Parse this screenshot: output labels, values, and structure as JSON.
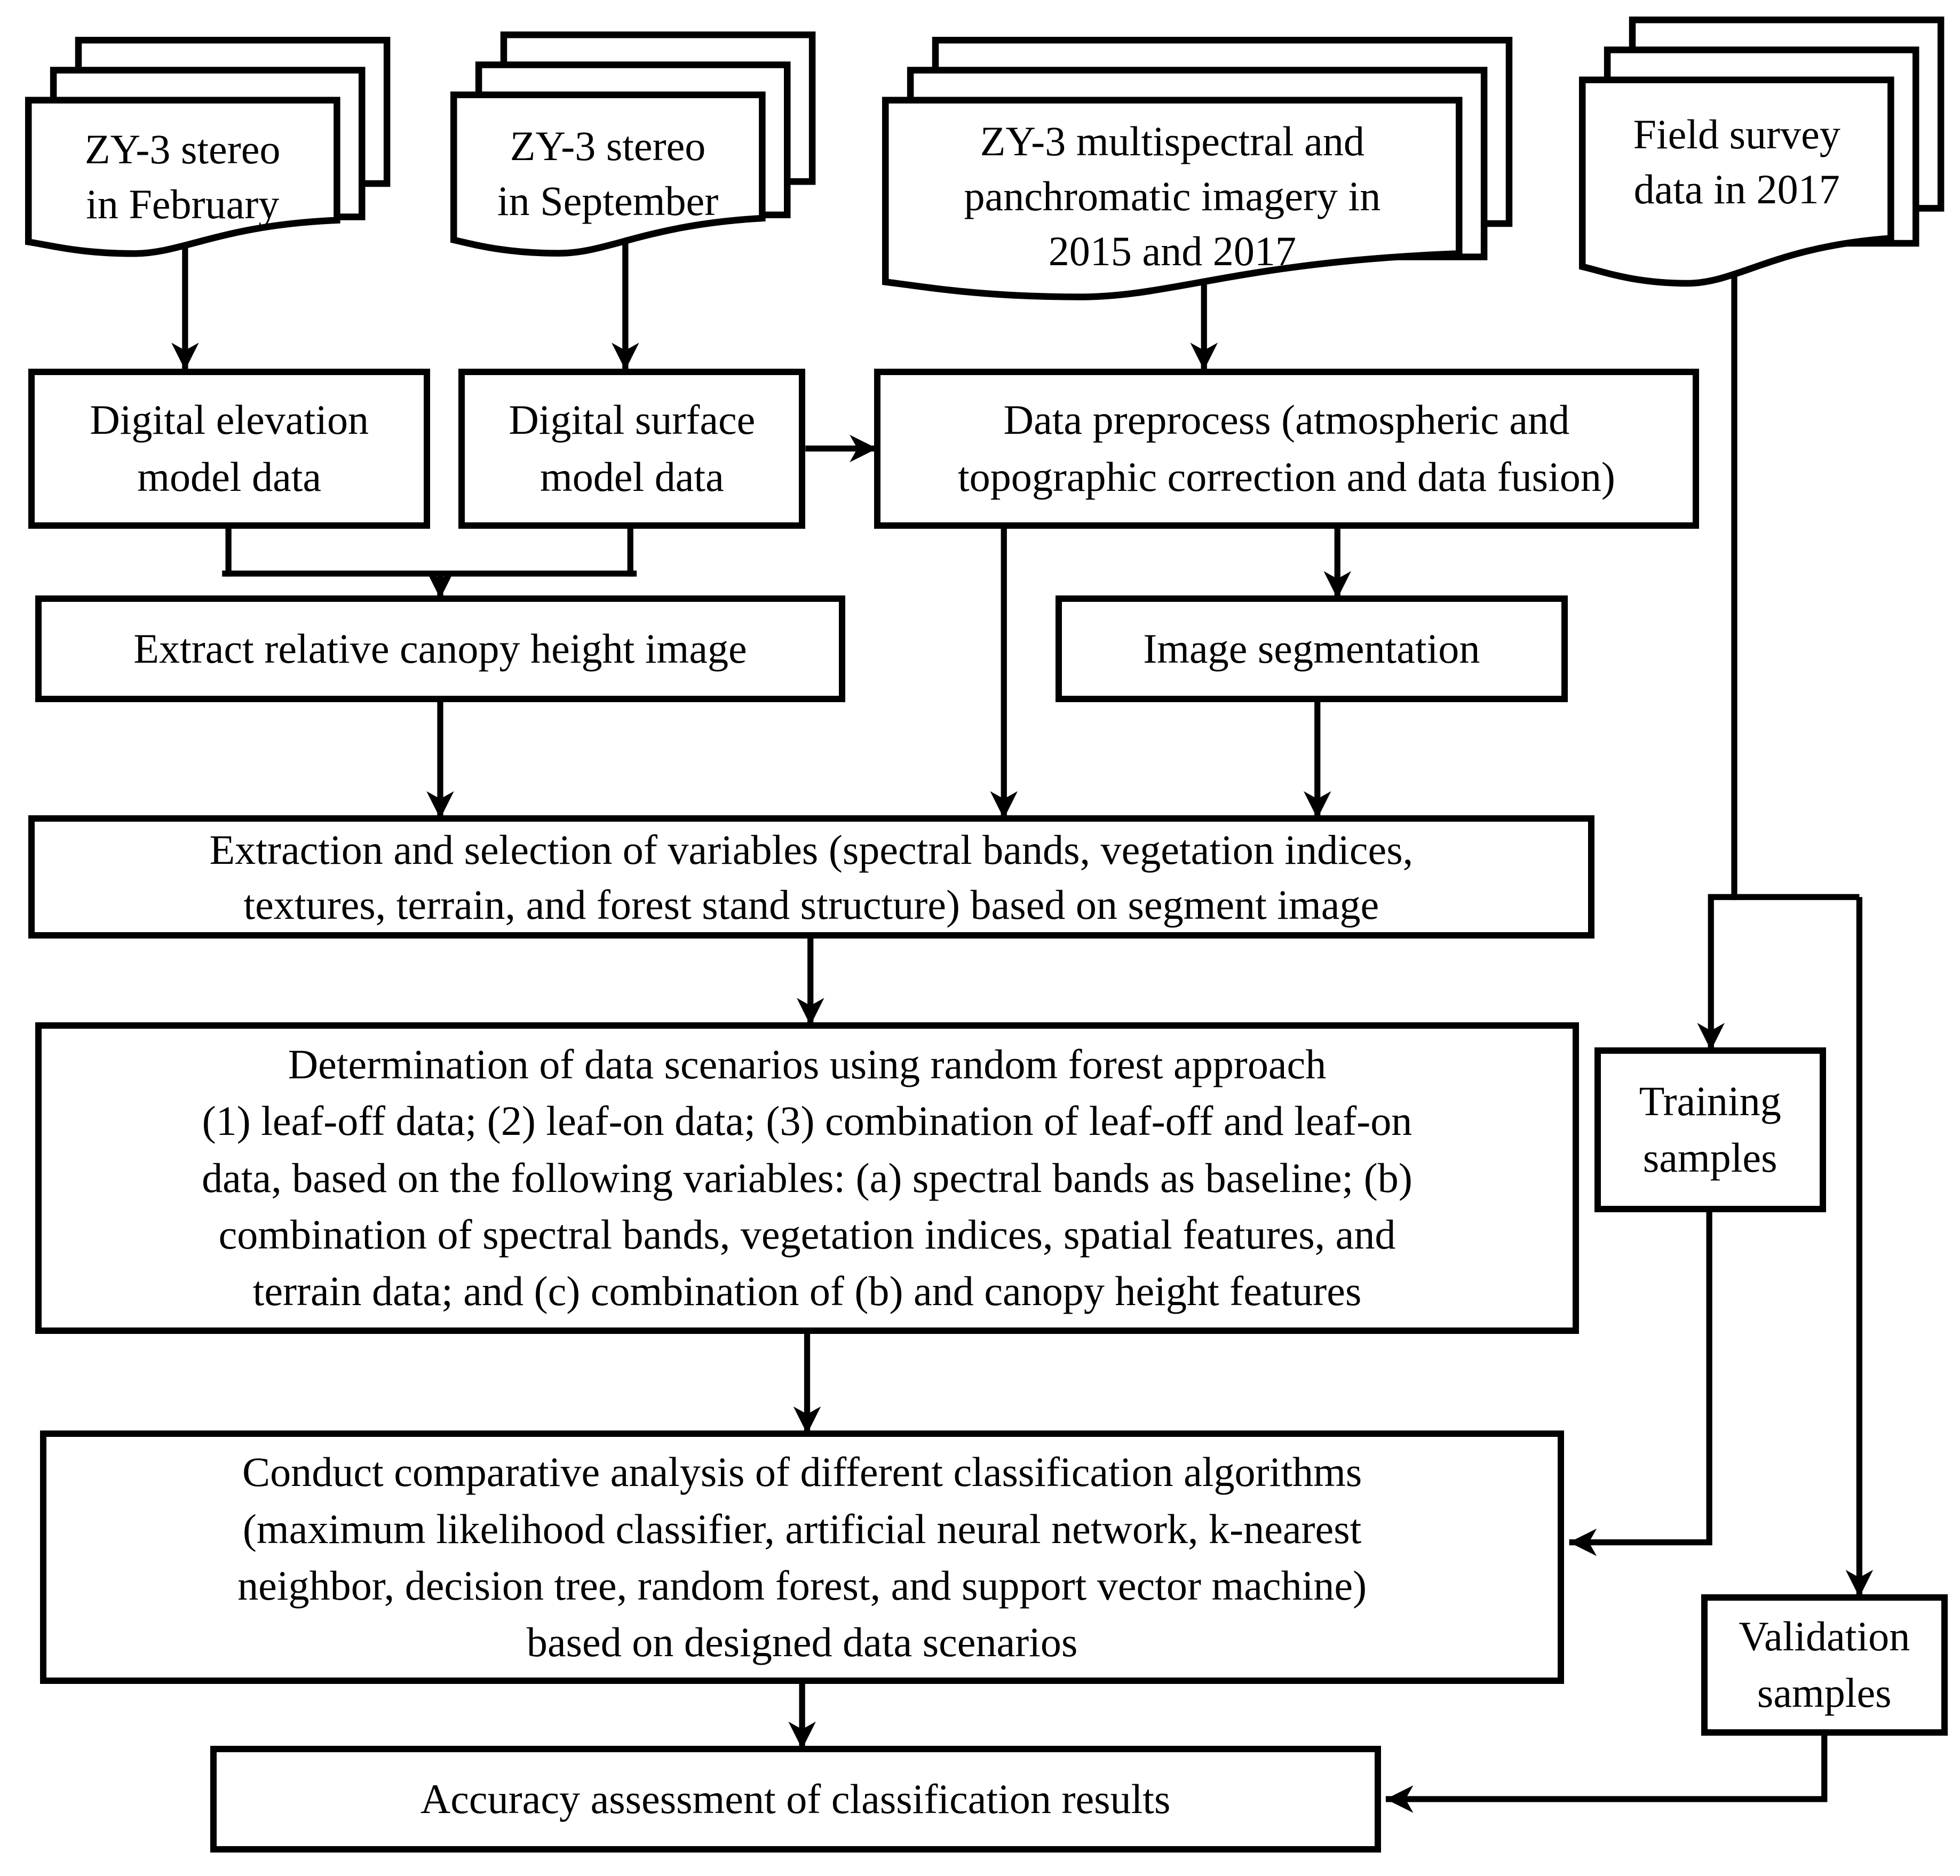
{
  "colors": {
    "line": "#000000",
    "box_fill": "#ffffff",
    "background": "#ffffff",
    "text": "#000000"
  },
  "nodes": {
    "zy3_february": {
      "shape": "document-stack",
      "label": "ZY-3 stereo\nin February"
    },
    "zy3_september": {
      "shape": "document-stack",
      "label": "ZY-3 stereo\nin September"
    },
    "zy3_multispectral": {
      "shape": "document-stack",
      "label": "ZY-3 multispectral and\npanchromatic imagery in\n2015 and 2017"
    },
    "field_survey": {
      "shape": "document-stack",
      "label": "Field survey\ndata in 2017"
    },
    "dem": {
      "shape": "process",
      "label": "Digital elevation\nmodel data"
    },
    "dsm": {
      "shape": "process",
      "label": "Digital surface\nmodel data"
    },
    "preprocess": {
      "shape": "process",
      "label": "Data preprocess (atmospheric and\ntopographic correction and data fusion)"
    },
    "extract_chm": {
      "shape": "process",
      "label": "Extract relative canopy height image"
    },
    "segmentation": {
      "shape": "process",
      "label": "Image segmentation"
    },
    "variables": {
      "shape": "process",
      "label": "Extraction and selection of variables (spectral bands, vegetation indices,\ntextures, terrain, and forest stand structure) based on segment image"
    },
    "scenarios": {
      "shape": "process",
      "label": "Determination of data scenarios using random forest approach\n(1) leaf-off data; (2) leaf-on data; (3) combination of leaf-off and leaf-on\ndata, based on the following variables: (a) spectral bands as baseline; (b)\ncombination of spectral bands, vegetation indices, spatial features, and\nterrain data; and (c) combination of (b) and canopy height features"
    },
    "training": {
      "shape": "process",
      "label": "Training\nsamples"
    },
    "validation": {
      "shape": "process",
      "label": "Validation\nsamples"
    },
    "classifiers": {
      "shape": "process",
      "label": "Conduct comparative analysis of different classification algorithms\n(maximum likelihood classifier, artificial neural network, k-nearest\nneighbor, decision tree, random forest, and support vector machine)\nbased on designed data scenarios"
    },
    "accuracy": {
      "shape": "process",
      "label": "Accuracy assessment of classification results"
    }
  },
  "edges": [
    {
      "from": "zy3_february",
      "to": "dem",
      "arrow": true
    },
    {
      "from": "zy3_september",
      "to": "dsm",
      "arrow": true
    },
    {
      "from": "zy3_multispectral",
      "to": "preprocess",
      "arrow": true
    },
    {
      "from": "dsm",
      "to": "preprocess",
      "arrow": true
    },
    {
      "from": "dem",
      "to": "extract_chm",
      "arrow": true,
      "via": "merge-with-dsm"
    },
    {
      "from": "dsm",
      "to": "extract_chm",
      "arrow": true,
      "via": "merge-with-dem"
    },
    {
      "from": "preprocess",
      "to": "segmentation",
      "arrow": true
    },
    {
      "from": "preprocess",
      "to": "variables",
      "arrow": true
    },
    {
      "from": "extract_chm",
      "to": "variables",
      "arrow": true
    },
    {
      "from": "segmentation",
      "to": "variables",
      "arrow": true
    },
    {
      "from": "variables",
      "to": "scenarios",
      "arrow": true
    },
    {
      "from": "scenarios",
      "to": "classifiers",
      "arrow": true
    },
    {
      "from": "field_survey",
      "to": "training",
      "arrow": true
    },
    {
      "from": "field_survey",
      "to": "validation",
      "arrow": true
    },
    {
      "from": "training",
      "to": "classifiers",
      "arrow": true
    },
    {
      "from": "classifiers",
      "to": "accuracy",
      "arrow": true
    },
    {
      "from": "validation",
      "to": "accuracy",
      "arrow": true
    }
  ]
}
